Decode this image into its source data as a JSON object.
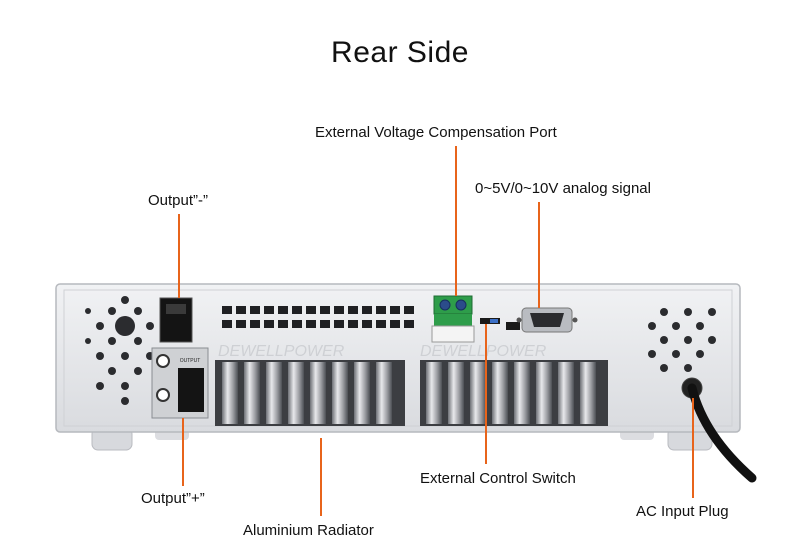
{
  "title": "Rear Side",
  "labels": {
    "ext_voltage_port": "External Voltage Compensation Port",
    "analog_signal": "0~5V/0~10V analog signal",
    "output_minus": "Output”-”",
    "output_plus": "Output”+”",
    "ext_control_switch": "External Control Switch",
    "ac_input_plug": "AC Input Plug",
    "radiator": "Aluminium Radiator"
  },
  "device": {
    "output_panel_text": "OUTPUT",
    "watermark": "DEWELLPOWER"
  },
  "colors": {
    "callout": "#e8641b",
    "chassis": "#e4e6ea",
    "terminal": "#2e9d4a"
  }
}
